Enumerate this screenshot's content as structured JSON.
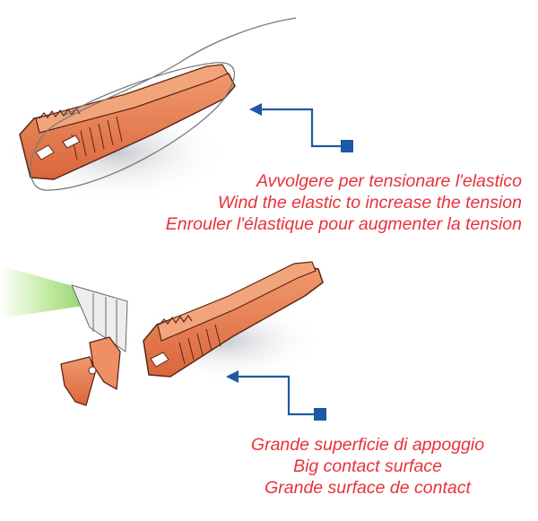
{
  "caption_top": {
    "lines": [
      "Avvolgere per tensionare l'elastico",
      "Wind the elastic to increase the tension",
      "Enrouler l'élastique pour augmenter la tension"
    ]
  },
  "caption_bottom": {
    "lines": [
      "Grande superficie di appoggio",
      "Big contact surface",
      "Grande surface de contact"
    ]
  },
  "colors": {
    "caption": "#e8323a",
    "arrow": "#1f58a3",
    "part_fill": "#e8845a",
    "part_shadow": "#c45d36",
    "part_outline": "#5b2415",
    "blade_green": "#9fd67a",
    "wire": "#7a7a7a"
  }
}
